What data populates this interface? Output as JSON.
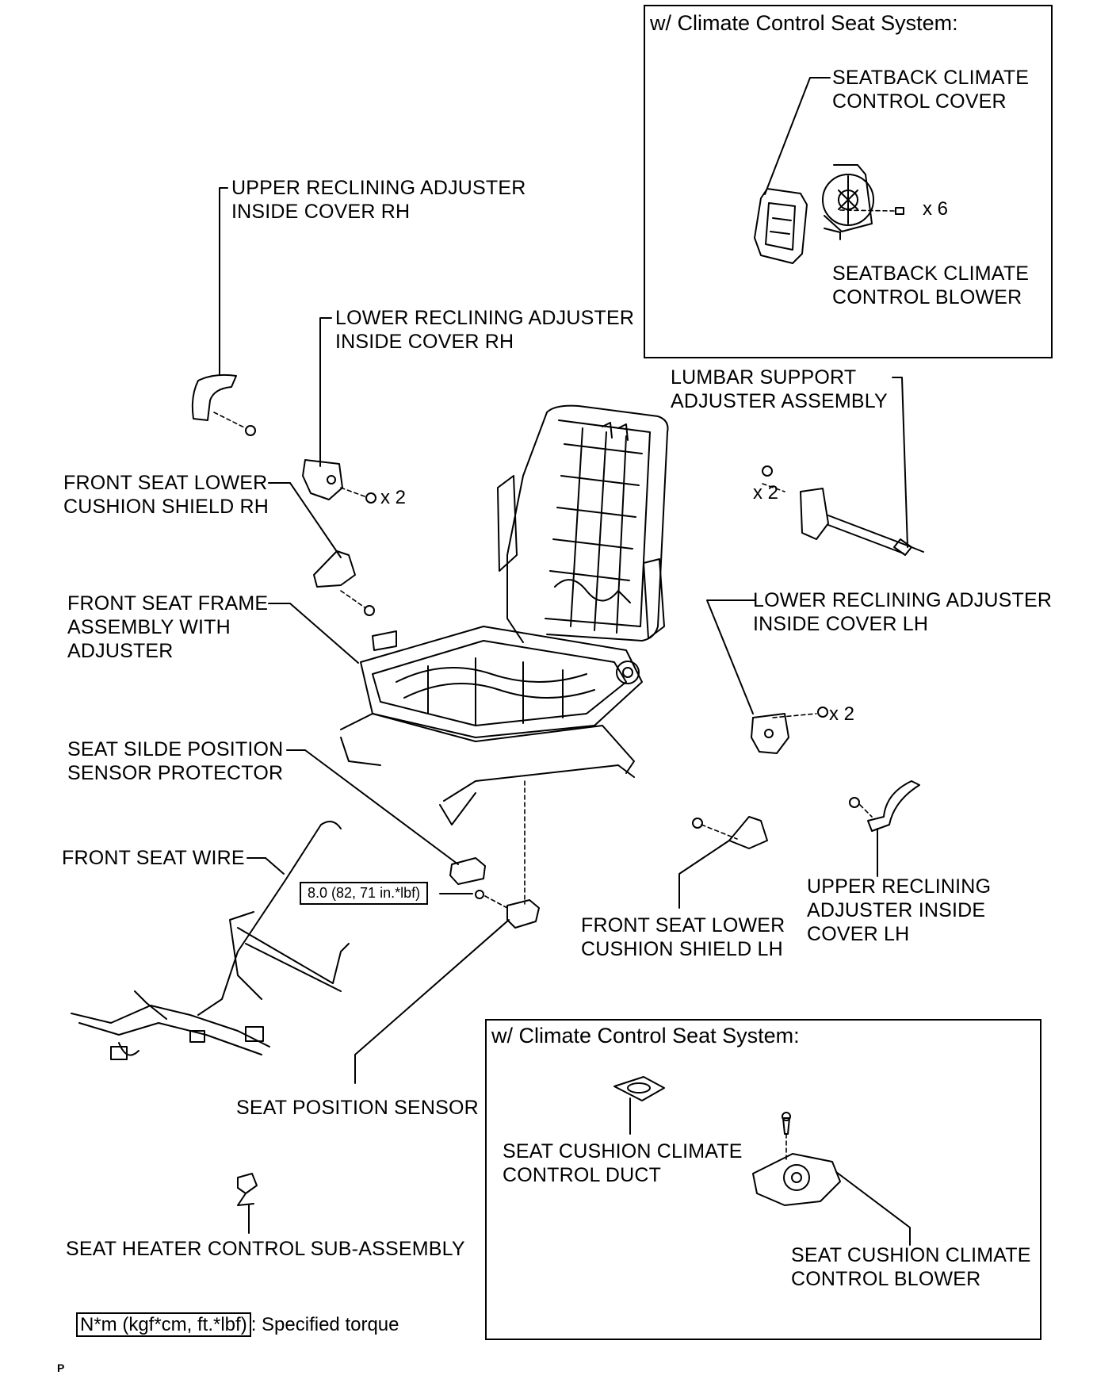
{
  "boxes": {
    "top_title": "w/ Climate Control Seat System:",
    "bottom_title": "w/ Climate Control Seat System:"
  },
  "labels": {
    "seatback_cover": "SEATBACK CLIMATE\nCONTROL COVER",
    "seatback_blower": "SEATBACK CLIMATE\nCONTROL BLOWER",
    "upper_rh": "UPPER RECLINING ADJUSTER\nINSIDE COVER RH",
    "lower_rh": "LOWER RECLINING ADJUSTER\nINSIDE COVER RH",
    "lumbar": "LUMBAR SUPPORT\nADJUSTER ASSEMBLY",
    "cushion_shield_rh": "FRONT SEAT LOWER\nCUSHION SHIELD RH",
    "frame": "FRONT SEAT FRAME\nASSEMBLY WITH\nADJUSTER",
    "lower_lh": "LOWER RECLINING ADJUSTER\nINSIDE COVER LH",
    "slide_protector": "SEAT SILDE POSITION\nSENSOR PROTECTOR",
    "seat_wire": "FRONT SEAT WIRE",
    "upper_lh": "UPPER RECLINING\nADJUSTER INSIDE\nCOVER LH",
    "cushion_shield_lh": "FRONT SEAT LOWER\nCUSHION SHIELD LH",
    "position_sensor": "SEAT POSITION SENSOR",
    "heater_control": "SEAT HEATER CONTROL SUB-ASSEMBLY",
    "cushion_duct": "SEAT CUSHION CLIMATE\nCONTROL DUCT",
    "cushion_blower": "SEAT CUSHION CLIMATE\nCONTROL BLOWER"
  },
  "quantities": {
    "blower_screws": "x 6",
    "lower_rh_screws": "x 2",
    "lumbar_screws": "x 2",
    "lower_lh_screws": "x 2"
  },
  "torque": {
    "sensor_bolt": "8.0 (82, 71 in.*lbf)"
  },
  "legend": {
    "unit": "N*m (kgf*cm, ft.*lbf)",
    "text": ": Specified torque"
  },
  "footer": {
    "code": "P"
  }
}
